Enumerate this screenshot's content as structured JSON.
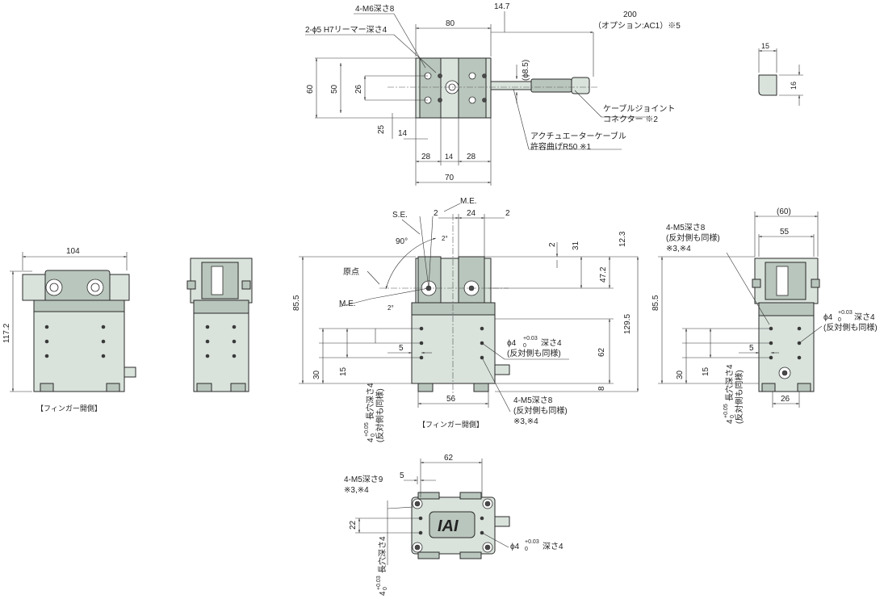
{
  "top_view": {
    "labels": {
      "m6": "4-M6深さ8",
      "reamer": "2-ϕ5 H7リーマー深さ4",
      "cable": "アクチュエーターケーブル",
      "bend": "許容曲げR50 ※1",
      "connector1": "ケーブルジョイント",
      "connector2": "コネクター ※2"
    },
    "dims": {
      "w80": "80",
      "d147": "14.7",
      "d200": "200",
      "opt": "（オプション:AC1）※5",
      "d85": "(ϕ8.5)",
      "h60": "60",
      "h50": "50",
      "h26": "26",
      "d25": "25",
      "d14": "14",
      "d28a": "28",
      "d14b": "14",
      "d28b": "28",
      "d70": "70"
    }
  },
  "corner_view": {
    "d15": "15",
    "d16": "16"
  },
  "left_view": {
    "d104": "104",
    "d1172": "117.2",
    "caption": "【フィンガー開側】"
  },
  "front_view": {
    "labels": {
      "se": "S.E.",
      "me1": "M.E.",
      "me2": "M.E.",
      "origin": "原点",
      "deg90": "90°",
      "deg2a": "2°",
      "deg2b": "2°",
      "phi4a": "ϕ4",
      "phi4tol": "+0.03",
      "phi4tol0": "0",
      "phi4b": "深さ4",
      "phi4side": "(反対側も同様)",
      "m5a": "4-M5深さ8",
      "m5b": "(反対側も同様)",
      "m5c": "※3,※4",
      "slot1": "4",
      "slot2": "長穴深さ4",
      "slottol": "+0.05",
      "slottol0": "0",
      "slot3": "(反対側も同様)",
      "caption": "【フィンガー開側】"
    },
    "dims": {
      "d2a": "2",
      "d24": "24",
      "d2b": "2",
      "d123": "12.3",
      "d2c": "2",
      "d31": "31",
      "d855": "85.5",
      "d472": "47.2",
      "d1295": "129.5",
      "d62": "62",
      "d8": "8",
      "d5": "5",
      "d30": "30",
      "d15": "15",
      "d56": "56"
    }
  },
  "right_view": {
    "labels": {
      "m5a": "4-M5深さ8",
      "m5b": "(反対側も同様)",
      "m5c": "※3,※4",
      "phi4a": "ϕ4",
      "phi4tol": "+0.03",
      "phi4tol0": "0",
      "phi4b": "深さ4",
      "phi4side": "(反対側も同様)",
      "slot1": "4",
      "slot2": "長穴深さ4",
      "slottol": "+0.05",
      "slottol0": "0",
      "slot3": "(反対側も同様)"
    },
    "dims": {
      "d60": "(60)",
      "d55": "55",
      "d855": "85.5",
      "d5": "5",
      "d30": "30",
      "d15": "15",
      "d26": "26"
    }
  },
  "bottom_view": {
    "labels": {
      "m5a": "4-M5深さ9",
      "m5b": "※3,※4",
      "phi4a": "ϕ4",
      "phi4tol": "+0.03",
      "phi4tol0": "0",
      "phi4b": "深さ4",
      "slot1": "4",
      "slot2": "長穴深さ4",
      "slottol": "+0.03",
      "slottol0": "0",
      "logo": "IAI"
    },
    "dims": {
      "d62": "62",
      "d5": "5",
      "d22": "22"
    }
  }
}
